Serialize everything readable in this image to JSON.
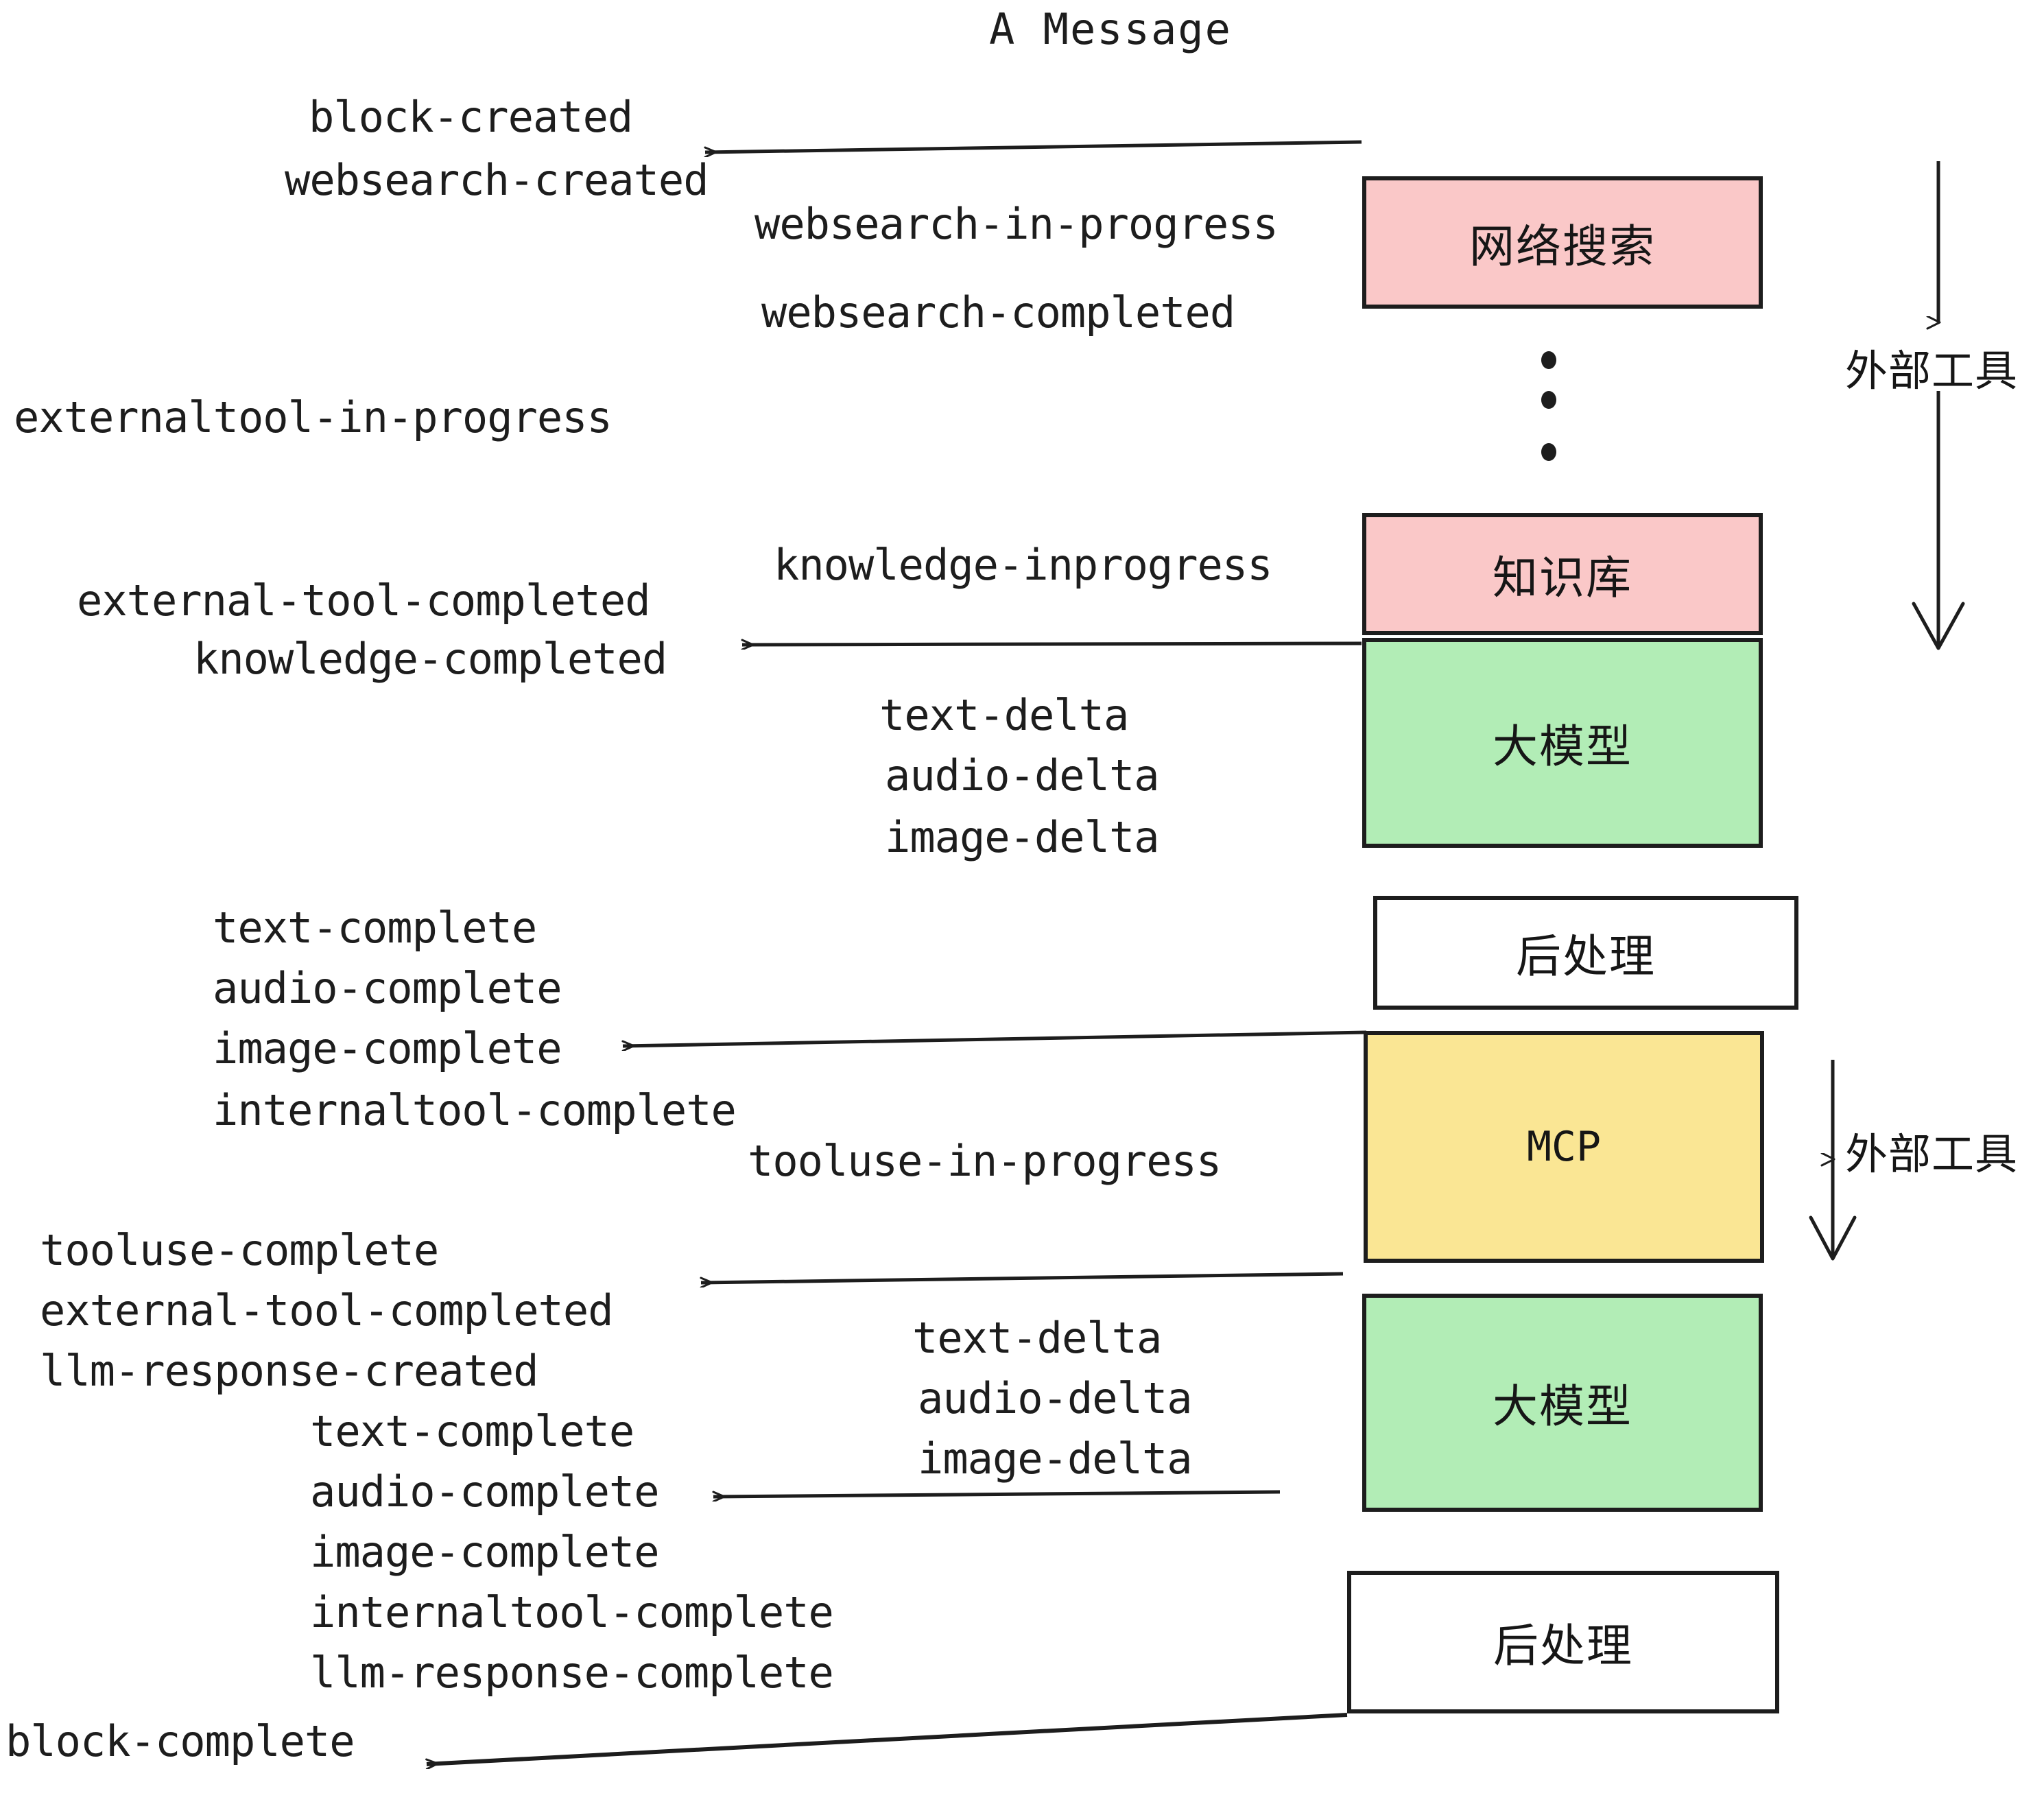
{
  "diagram": {
    "title": "A Message",
    "nodes": [
      {
        "id": "websearch",
        "label": "网络搜索",
        "color": "#fac8c8"
      },
      {
        "id": "knowledge",
        "label": "知识库",
        "color": "#fac8c8"
      },
      {
        "id": "llm-1",
        "label": "大模型",
        "color": "#b2edb6"
      },
      {
        "id": "postprocess-1",
        "label": "后处理",
        "color": "#ffffff"
      },
      {
        "id": "mcp",
        "label": "MCP",
        "color": "#fae694"
      },
      {
        "id": "llm-2",
        "label": "大模型",
        "color": "#b2edb6"
      },
      {
        "id": "postprocess-2",
        "label": "后处理",
        "color": "#ffffff"
      }
    ],
    "side_labels": [
      {
        "id": "external-tool-top",
        "label": "外部工具"
      },
      {
        "id": "external-tool-bottom",
        "label": "外部工具"
      }
    ],
    "events": [
      {
        "id": "block-created",
        "text": "block-created"
      },
      {
        "id": "websearch-created",
        "text": "websearch-created"
      },
      {
        "id": "websearch-in-progress",
        "text": "websearch-in-progress"
      },
      {
        "id": "websearch-completed",
        "text": "websearch-completed"
      },
      {
        "id": "externaltool-in-progress",
        "text": "externaltool-in-progress"
      },
      {
        "id": "knowledge-inprogress",
        "text": "knowledge-inprogress"
      },
      {
        "id": "external-tool-completed-1",
        "text": "external-tool-completed"
      },
      {
        "id": "knowledge-completed",
        "text": "knowledge-completed"
      },
      {
        "id": "text-delta-1",
        "text": "text-delta"
      },
      {
        "id": "audio-delta-1",
        "text": "audio-delta"
      },
      {
        "id": "image-delta-1",
        "text": "image-delta"
      },
      {
        "id": "text-complete-1",
        "text": "text-complete"
      },
      {
        "id": "audio-complete-1",
        "text": "audio-complete"
      },
      {
        "id": "image-complete-1",
        "text": "image-complete"
      },
      {
        "id": "internaltool-complete-1",
        "text": "internaltool-complete"
      },
      {
        "id": "tooluse-in-progress",
        "text": "tooluse-in-progress"
      },
      {
        "id": "tooluse-complete",
        "text": "tooluse-complete"
      },
      {
        "id": "external-tool-completed-2",
        "text": "external-tool-completed"
      },
      {
        "id": "llm-response-created",
        "text": "llm-response-created"
      },
      {
        "id": "text-delta-2",
        "text": "text-delta"
      },
      {
        "id": "audio-delta-2",
        "text": "audio-delta"
      },
      {
        "id": "image-delta-2",
        "text": "image-delta"
      },
      {
        "id": "text-complete-2",
        "text": "text-complete"
      },
      {
        "id": "audio-complete-2",
        "text": "audio-complete"
      },
      {
        "id": "image-complete-2",
        "text": "image-complete"
      },
      {
        "id": "internaltool-complete-2",
        "text": "internaltool-complete"
      },
      {
        "id": "llm-response-complete",
        "text": "llm-response-complete"
      },
      {
        "id": "block-complete",
        "text": "block-complete"
      }
    ],
    "colors": {
      "pink": "#fac8c8",
      "green": "#b2edb6",
      "yellow": "#fae694",
      "white": "#ffffff",
      "stroke": "#1d1d1d",
      "background": "#ffffff"
    }
  }
}
